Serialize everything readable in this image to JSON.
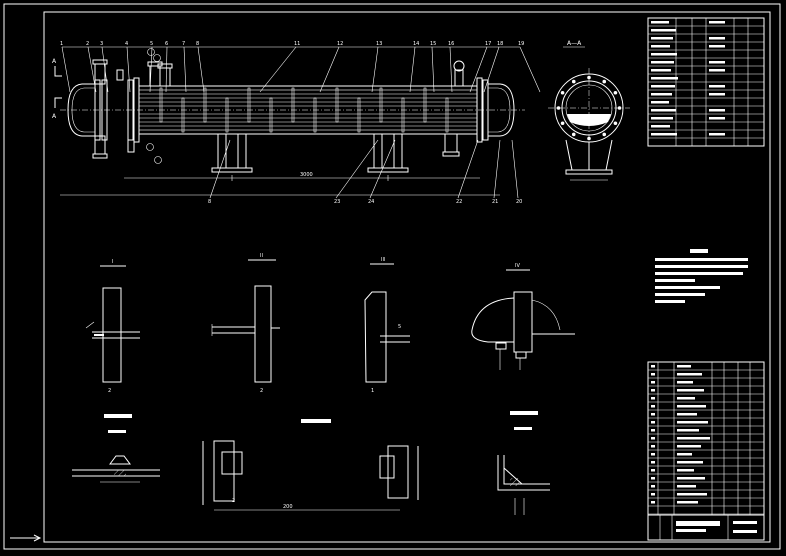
{
  "balloons": [
    "1",
    "2",
    "3",
    "4",
    "5",
    "6",
    "7",
    "8",
    "11",
    "12",
    "13",
    "14",
    "15",
    "16",
    "17",
    "18",
    "19"
  ],
  "bottom_callouts": [
    "8",
    "23",
    "24",
    "22",
    "21",
    "20"
  ],
  "section_marks": [
    "I",
    "II",
    "III",
    "IV"
  ],
  "view_label": "A—A",
  "axis_letter": "A"
}
